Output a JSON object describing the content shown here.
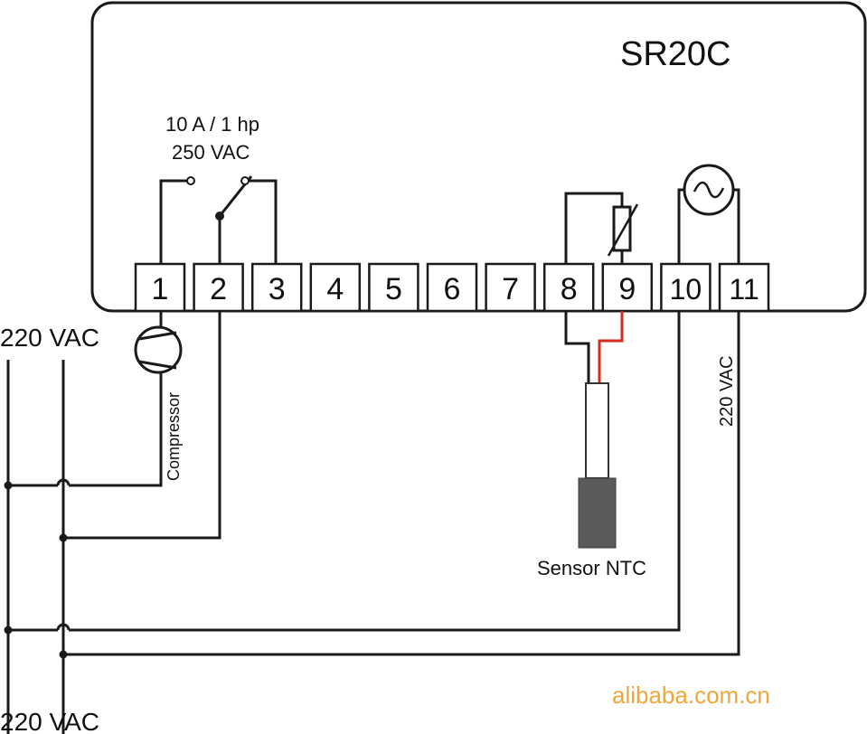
{
  "device": {
    "model": "SR20C"
  },
  "relay": {
    "rating_current": "10 A / 1 hp",
    "rating_voltage": "250 VAC"
  },
  "terminals": [
    "1",
    "2",
    "3",
    "4",
    "5",
    "6",
    "7",
    "8",
    "9",
    "10",
    "11"
  ],
  "labels": {
    "compressor": "Compressor",
    "sensor": "Sensor NTC",
    "supply_top": "220 VAC",
    "supply_bottom": "220 VAC",
    "supply_vertical": "220 VAC"
  },
  "watermark": "alibaba.com.cn",
  "colors": {
    "line": "#1a1a1a",
    "sensor_wire": "#d62a1e",
    "sensor_body": "#5a5a5a",
    "watermark": "#f0a63a"
  }
}
